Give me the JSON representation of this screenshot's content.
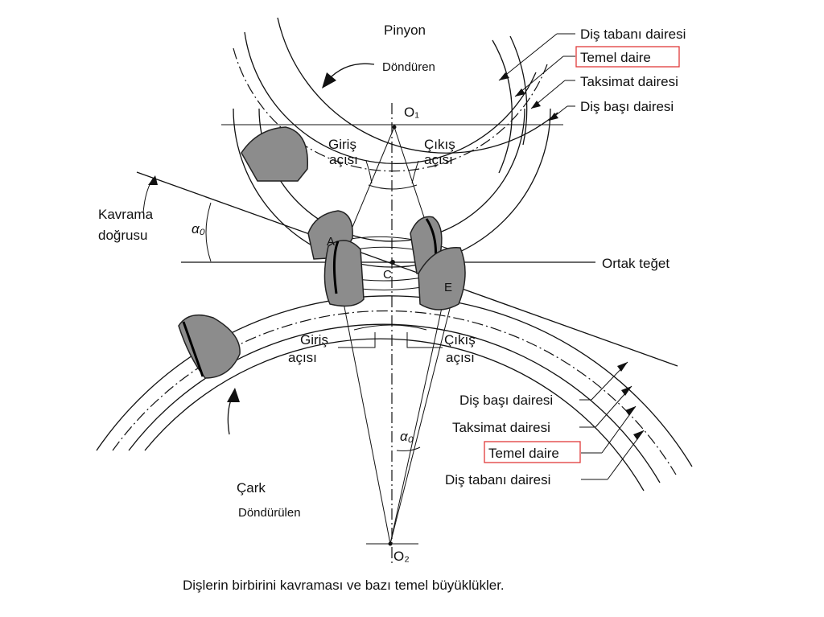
{
  "pinion": {
    "name": "Pinyon",
    "role": "Döndüren",
    "center": "O₁"
  },
  "gear": {
    "name": "Çark",
    "role": "Döndürülen",
    "center": "O₂"
  },
  "circles_right": {
    "root": "Diş tabanı dairesi",
    "base": "Temel daire",
    "pitch": "Taksimat dairesi",
    "addendum": "Diş başı dairesi"
  },
  "circles_lower": {
    "addendum": "Diş başı dairesi",
    "pitch": "Taksimat dairesi",
    "base": "Temel daire",
    "root": "Diş tabanı dairesi"
  },
  "angles": {
    "entry_line1": "Giriş",
    "entry_line2": "açısı",
    "exit_line1": "Çıkış",
    "exit_line2": "açısı",
    "pressure": "α₀"
  },
  "line_of_action": {
    "line1": "Kavrama",
    "line2": "doğrusu"
  },
  "common_tangent": "Ortak teğet",
  "points": {
    "start": "A",
    "pitch_point": "C",
    "end": "E"
  },
  "highlight_color": "#e03a3a",
  "caption": "Dişlerin birbirini kavraması ve bazı temel büyüklükler."
}
